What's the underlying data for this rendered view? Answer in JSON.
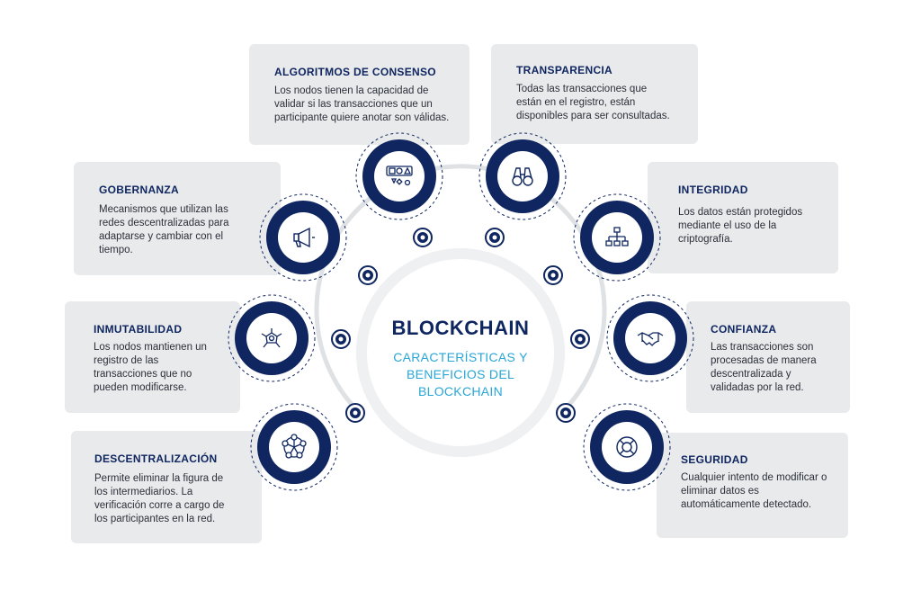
{
  "center": {
    "title": "BLOCKCHAIN",
    "subtitle_lines": [
      "CARACTERÍSTICAS Y",
      "BENEFICIOS DEL",
      "BLOCKCHAIN"
    ]
  },
  "colors": {
    "navy": "#0f2660",
    "accent": "#29a6d8",
    "card": "#e9eaeb",
    "arc": "#dfe2e5"
  },
  "features": [
    {
      "id": "algoritmos",
      "title": "ALGORITMOS DE CONSENSO",
      "lines": [
        "Los nodos tienen la capacidad de",
        "validar si las transacciones que un",
        "participante quiere anotar son válidas."
      ],
      "icon": "shapes-icon"
    },
    {
      "id": "transparencia",
      "title": "TRANSPARENCIA",
      "lines": [
        "Todas las transacciones que",
        "están en el registro, están",
        "disponibles para ser consultadas."
      ],
      "icon": "binoculars-icon"
    },
    {
      "id": "gobernanza",
      "title": "GOBERNANZA",
      "lines": [
        "Mecanismos que utilizan las",
        "redes descentralizadas para",
        "adaptarse y cambiar con el",
        "tiempo."
      ],
      "icon": "megaphone-icon"
    },
    {
      "id": "integridad",
      "title": "INTEGRIDAD",
      "lines": [
        "Los datos están protegidos",
        "mediante el uso de la",
        "criptografía."
      ],
      "icon": "hierarchy-icon"
    },
    {
      "id": "inmutabilidad",
      "title": "INMUTABILIDAD",
      "lines": [
        "Los nodos mantienen un",
        "registro de las",
        "transacciones que no",
        "pueden modificarse."
      ],
      "icon": "network-icon"
    },
    {
      "id": "confianza",
      "title": "CONFIANZA",
      "lines": [
        "Las transacciones son",
        "procesadas de manera",
        "descentralizada y",
        "validadas por la red."
      ],
      "icon": "handshake-icon"
    },
    {
      "id": "descentralizacion",
      "title": "DESCENTRALIZACIÓN",
      "lines": [
        "Permite eliminar la figura de",
        "los intermediarios. La",
        "verificación corre a cargo de",
        "los participantes en la red."
      ],
      "icon": "decentralized-network-icon"
    },
    {
      "id": "seguridad",
      "title": "SEGURIDAD",
      "lines": [
        "Cualquier intento de modificar o",
        "eliminar datos es",
        "automáticamente detectado."
      ],
      "icon": "lifebuoy-icon"
    }
  ]
}
